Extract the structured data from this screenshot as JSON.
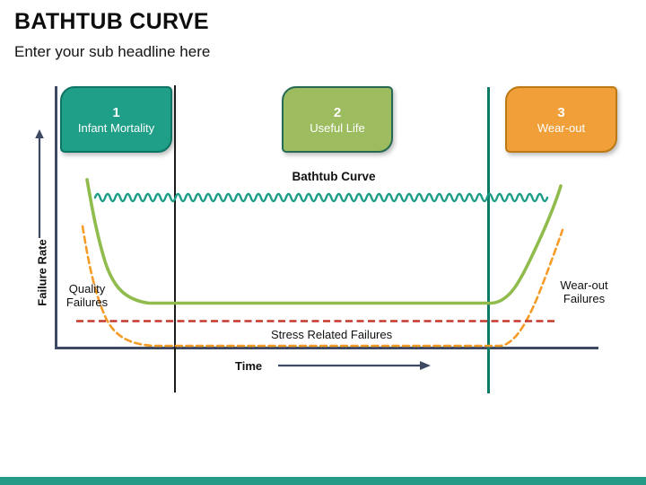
{
  "slide": {
    "title": "BATHTUB CURVE",
    "subtitle": "Enter your sub headline here"
  },
  "phases": [
    {
      "number": "1",
      "label": "Infant Mortality",
      "color": "#1f9e88"
    },
    {
      "number": "2",
      "label": "Useful Life",
      "color": "#9dbc5f"
    },
    {
      "number": "3",
      "label": "Wear-out",
      "color": "#f1a039"
    }
  ],
  "chart": {
    "curve_label": "Bathtub Curve",
    "y_axis_label": "Failure Rate",
    "x_axis_label": "Time",
    "quality_label": "Quality\nFailures",
    "wearout_label": "Wear-out\nFailures",
    "stress_label": "Stress Related Failures"
  },
  "colors": {
    "bathtub_curve_green": "#8fbc4c",
    "random_failure_wave_teal": "#1d9c87",
    "quality_wearout_dashed_orange": "#f59c28",
    "stress_dashed_red": "#c4392b",
    "axis_slate": "#3e4a63",
    "divider_black": "#1c1c1c",
    "divider_teal": "#0c7a67",
    "accent_bar_teal": "#249b86"
  },
  "chart_data": {
    "type": "line",
    "title": "Bathtub Curve",
    "xlabel": "Time",
    "ylabel": "Failure Rate",
    "regions": [
      "Infant Mortality",
      "Useful Life",
      "Wear-out"
    ],
    "series": [
      {
        "name": "Bathtub Curve",
        "style": "solid green",
        "shape": "high at start, decreasing to long flat bottom across Useful Life, rising steeply in Wear-out"
      },
      {
        "name": "Random failures (wavy line)",
        "style": "solid teal sine wave",
        "shape": "constant level across all regions"
      },
      {
        "name": "Quality Failures",
        "style": "dashed orange",
        "shape": "decreasing curve in Infant Mortality region"
      },
      {
        "name": "Wear-out Failures",
        "style": "dashed orange",
        "shape": "increasing curve in Wear-out region"
      },
      {
        "name": "Stress Related Failures",
        "style": "dashed red",
        "shape": "constant horizontal line"
      }
    ],
    "axes_numeric": false
  }
}
